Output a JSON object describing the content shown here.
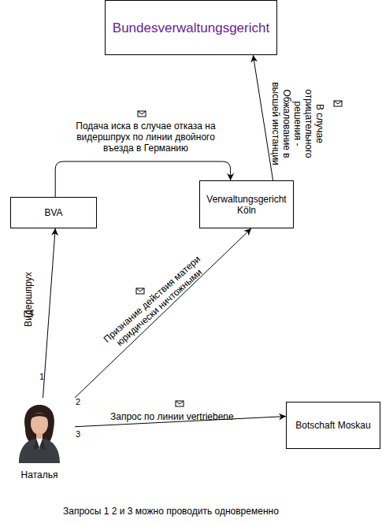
{
  "diagram": {
    "nodes": [
      {
        "text": [
          "Bundesverwaltungsgericht"
        ]
      },
      {
        "text": [
          "BVA"
        ]
      },
      {
        "text": [
          "Verwaltungsgericht Köln"
        ]
      },
      {
        "text": [
          "Наталья"
        ]
      },
      {
        "text": [
          "Botschaft Moskau"
        ]
      }
    ],
    "edges": [
      {
        "from": 3,
        "to": 1,
        "arrow": "to",
        "label": "Видершпрух"
      },
      {
        "from": 3,
        "to": 2,
        "arrow": "to",
        "label": "Признание действия матери юридически ничтожными"
      },
      {
        "from": 3,
        "to": 4,
        "arrow": "to",
        "label": "Запрос по линии vertriebene"
      },
      {
        "from": 1,
        "to": 2,
        "arrow": "to",
        "label": "Подача иска в случае отказа на видершпрух по линии двойного въезда в Германию"
      },
      {
        "from": 2,
        "to": 0,
        "arrow": "to",
        "label": "В случае отрицательного решения - Обжалование в высшей инстанции"
      }
    ],
    "labels": [
      "1",
      "2",
      "3",
      "Запросы 1 2 и 3 можно проводить одновременно"
    ]
  }
}
